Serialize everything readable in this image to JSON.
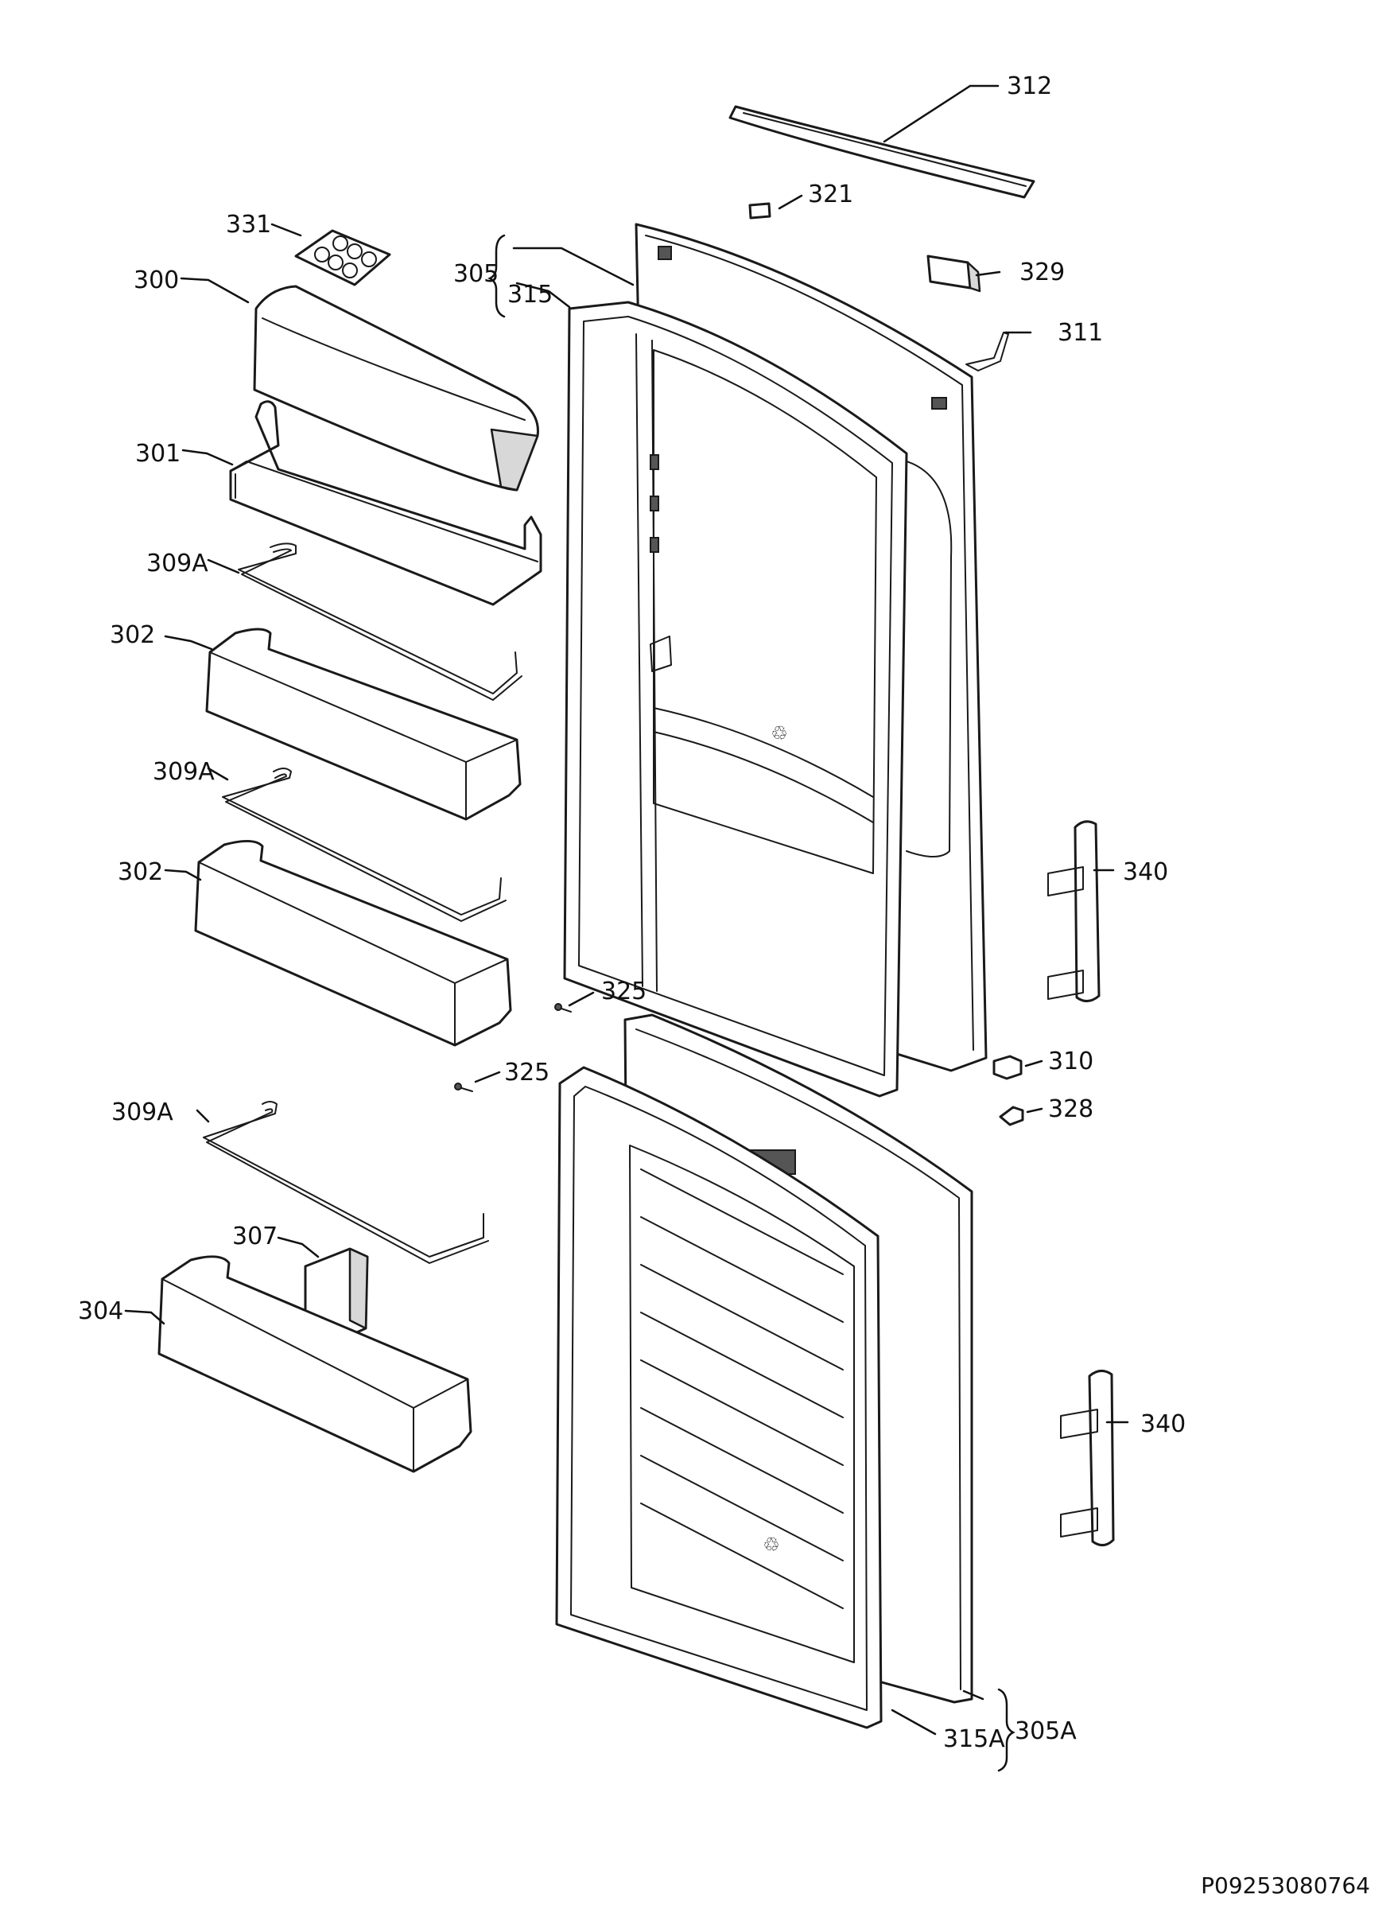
{
  "diagram": {
    "labels": {
      "l312": "312",
      "l321": "321",
      "l331": "331",
      "l305": "305",
      "l315": "315",
      "l329": "329",
      "l300": "300",
      "l311": "311",
      "l301": "301",
      "l309A_1": "309A",
      "l302_1": "302",
      "l309A_2": "309A",
      "l302_2": "302",
      "l340_1": "340",
      "l325_1": "325",
      "l325_2": "325",
      "l310": "310",
      "l328": "328",
      "l309A_3": "309A",
      "l307": "307",
      "l304": "304",
      "l340_2": "340",
      "l315A": "315A",
      "l305A": "305A"
    },
    "document_id": "P09253080764"
  }
}
